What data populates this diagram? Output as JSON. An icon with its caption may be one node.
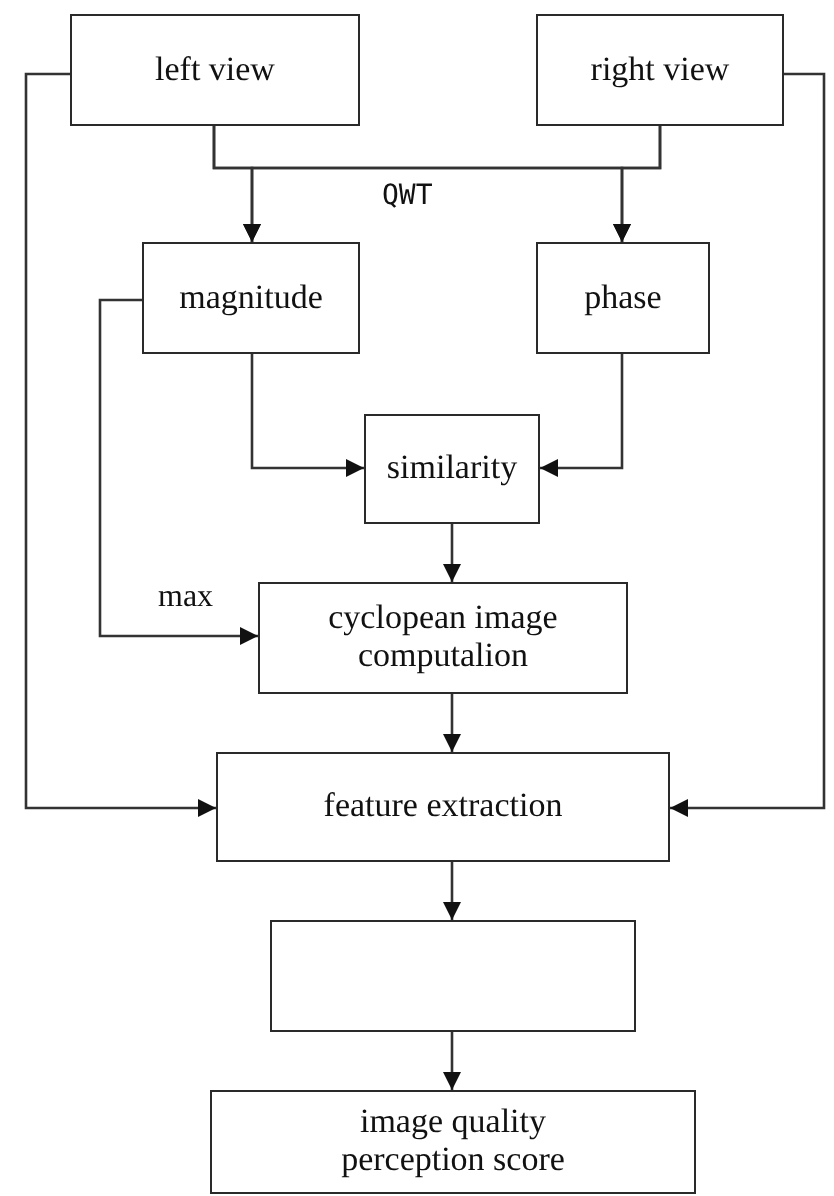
{
  "diagram": {
    "nodes": [
      {
        "text": [
          "left view"
        ]
      },
      {
        "text": [
          "right view"
        ]
      },
      {
        "text": [
          "magnitude"
        ]
      },
      {
        "text": [
          "phase"
        ]
      },
      {
        "text": [
          "similarity"
        ]
      },
      {
        "text": [
          "cyclopean image computalion"
        ]
      },
      {
        "text": [
          "feature extraction"
        ]
      },
      {
        "text": [],
        "shape": "box"
      },
      {
        "text": [
          "image quality perception score"
        ]
      }
    ],
    "edges": [
      {
        "from": 0,
        "to": 2,
        "arrow": "to"
      },
      {
        "from": 0,
        "to": 3,
        "arrow": "to"
      },
      {
        "from": 1,
        "to": 2,
        "arrow": "to"
      },
      {
        "from": 1,
        "to": 3,
        "arrow": "to"
      },
      {
        "from": 0,
        "to": 6,
        "arrow": "to"
      },
      {
        "from": 1,
        "to": 6,
        "arrow": "to"
      },
      {
        "from": 2,
        "to": 4,
        "arrow": "to"
      },
      {
        "from": 3,
        "to": 4,
        "arrow": "to"
      },
      {
        "from": 4,
        "to": 5,
        "arrow": "to"
      },
      {
        "from": 2,
        "to": 5,
        "arrow": "to",
        "label": "max"
      },
      {
        "from": 5,
        "to": 6,
        "arrow": "to"
      },
      {
        "from": 6,
        "to": 7,
        "arrow": "to"
      },
      {
        "from": 7,
        "to": 8,
        "arrow": "to"
      }
    ],
    "labels": [
      "QWT"
    ]
  }
}
